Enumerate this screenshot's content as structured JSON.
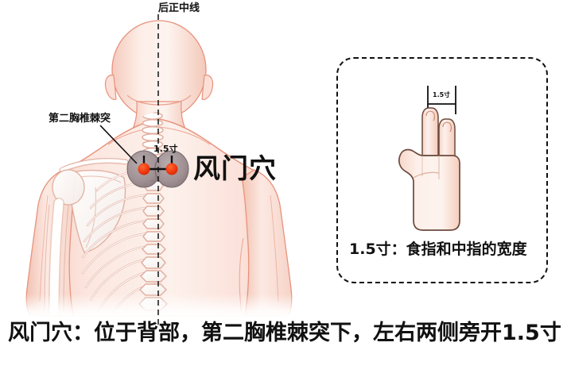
{
  "figure": {
    "title_point": "风门穴",
    "midline_label": "后正中线",
    "vertebra_label": "第二胸椎棘突",
    "body_measure_label": "1.5寸",
    "caption": "风门穴：位于背部，第二胸椎棘突下，左右两侧旁开1.5寸"
  },
  "hand_panel": {
    "measure_label": "1.5寸",
    "caption": "1.5寸：食指和中指的宽度"
  },
  "colors": {
    "skin": "#FBE3DC",
    "skin_light": "#FDF0EB",
    "skin_outline": "#E8927C",
    "bone": "#FFFFFF",
    "bone_outline": "#E7BCAE",
    "acupoint": "#F23B12",
    "vertebra_gray": "#9B8F92",
    "line": "#111111",
    "background": "#FFFFFF"
  },
  "icons": {
    "acupoint_left": "acupoint-dot-icon",
    "acupoint_right": "acupoint-dot-icon",
    "midline": "dashed-midline-icon",
    "measure_bar": "measure-bar-icon"
  }
}
